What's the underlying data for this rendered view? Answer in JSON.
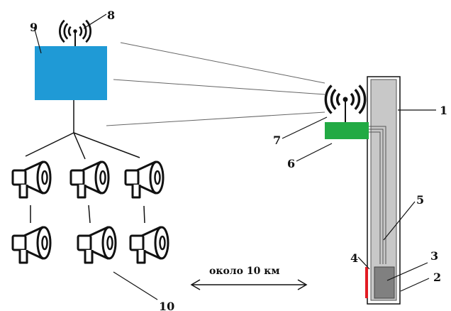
{
  "labels": {
    "n1": "1",
    "n2": "2",
    "n3": "3",
    "n4": "4",
    "n5": "5",
    "n6": "6",
    "n7": "7",
    "n8": "8",
    "n9": "9",
    "n10": "10"
  },
  "distance_caption": "около 10 км",
  "colors": {
    "control_unit": "#1f9ad6",
    "transmitter": "#22aa44",
    "pipe": "#c8c8c8",
    "sensor": "#808080",
    "marker": "#e21b23",
    "line": "#555555"
  },
  "icons": {
    "antenna": "wireless-antenna-icon",
    "speaker": "megaphone-icon"
  }
}
